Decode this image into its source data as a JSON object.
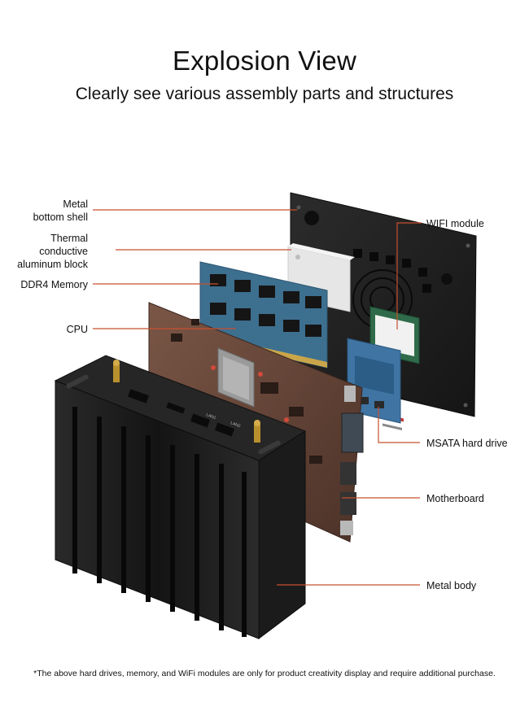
{
  "header": {
    "title": "Explosion View",
    "subtitle": "Clearly see various assembly parts and structures"
  },
  "callouts": {
    "metal_bottom_shell": "Metal\nbottom shell",
    "thermal_block": "Thermal\nconductive\naluminum block",
    "ddr4_memory": "DDR4 Memory",
    "cpu": "CPU",
    "wifi_module": "WIFI module",
    "msata_drive": "MSATA hard drive",
    "motherboard": "Motherboard",
    "metal_body": "Metal body"
  },
  "port_labels": {
    "lan1": "LAN1",
    "lan2": "LAN2"
  },
  "footnote": "*The above hard drives, memory, and WiFi modules are only for product creativity display and require additional purchase.",
  "colors": {
    "leader_line": "#c8502f",
    "chassis": "#1e1e1e",
    "pcb": "#6b4a3a",
    "ram_pcb": "#3d6f8f",
    "heatsink": "#e4e4e4"
  }
}
